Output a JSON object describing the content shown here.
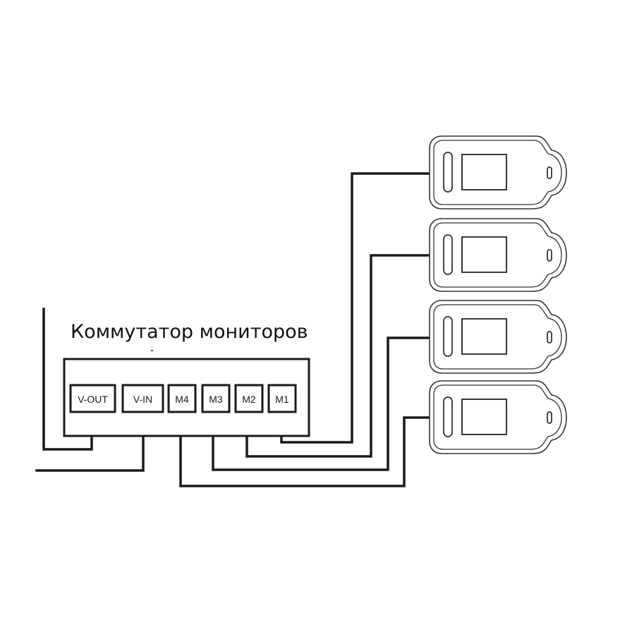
{
  "switch": {
    "title": "Коммутатор мониторов",
    "ports": [
      {
        "key": "vout",
        "label": "V-OUT"
      },
      {
        "key": "vin",
        "label": "V-IN"
      },
      {
        "key": "m4",
        "label": "M4"
      },
      {
        "key": "m3",
        "label": "M3"
      },
      {
        "key": "m2",
        "label": "M2"
      },
      {
        "key": "m1",
        "label": "M1"
      }
    ]
  },
  "monitors": [
    {
      "name": "monitor-1",
      "connects_to": "M1"
    },
    {
      "name": "monitor-2",
      "connects_to": "M2"
    },
    {
      "name": "monitor-3",
      "connects_to": "M3"
    },
    {
      "name": "monitor-4",
      "connects_to": "M4"
    }
  ],
  "external_lines": [
    {
      "name": "video-out-line",
      "connects_to": "V-OUT"
    },
    {
      "name": "video-in-line",
      "connects_to": "V-IN"
    }
  ]
}
